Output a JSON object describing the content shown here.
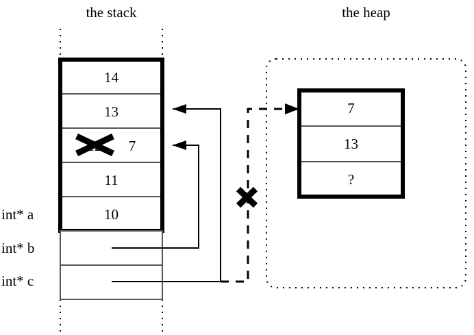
{
  "diagram": {
    "title_stack": "the stack",
    "title_heap": "the heap",
    "background": "#ffffff",
    "ink": "#000000"
  },
  "stack": {
    "label": "the stack",
    "frame_cells": [
      {
        "value": "14"
      },
      {
        "value": "13"
      },
      {
        "value": "12",
        "struck": true,
        "annotation": "7"
      },
      {
        "value": "11"
      },
      {
        "value": "10"
      }
    ],
    "pointer_cells": [
      {
        "var": "int* b",
        "value": ""
      },
      {
        "var": "int* c",
        "value": ""
      }
    ],
    "var_labels": [
      "int* a",
      "int* b",
      "int* c"
    ]
  },
  "heap": {
    "label": "the heap",
    "cells": [
      {
        "value": "7"
      },
      {
        "value": "13"
      },
      {
        "value": "?"
      }
    ]
  },
  "annotations": {
    "struck_value_label": "12",
    "new_value_label": "7",
    "unknown_label": "?",
    "dangling_cross": "X",
    "struck_cell_cross": "X"
  },
  "edges": [
    {
      "from": "int* b",
      "to": "stack-cell-12",
      "style": "solid",
      "arrow": true
    },
    {
      "from": "int* c",
      "to": "stack-cell-13",
      "style": "solid",
      "arrow": true
    },
    {
      "from": "int* c",
      "to": "heap-block",
      "style": "dashed",
      "arrow": true,
      "crossed": true
    }
  ]
}
